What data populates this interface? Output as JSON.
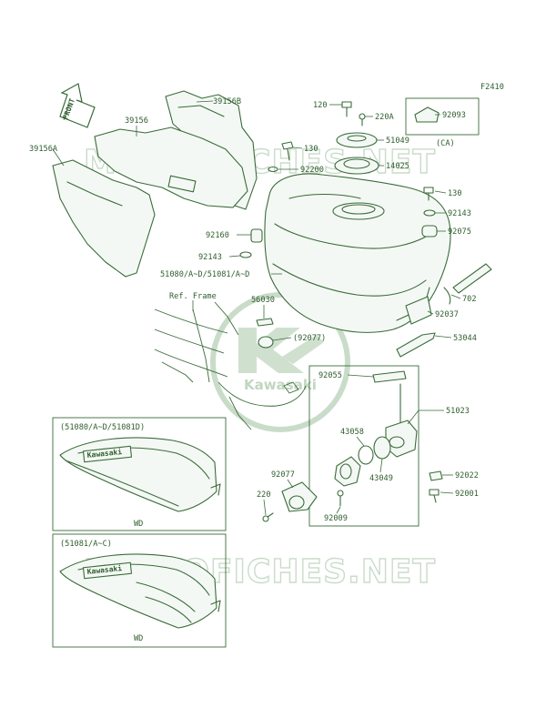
{
  "figure_code": "F2410",
  "front_label": "FRONT",
  "watermark_text": "MICROFICHES.NET",
  "logo_text": "Kawasaki",
  "ref_frame_label": "Ref. Frame",
  "callouts": {
    "p39156B": "39156B",
    "p39156": "39156",
    "p39156A": "39156A",
    "p120": "120",
    "p220A": "220A",
    "p92093": "92093",
    "pCA": "(CA)",
    "p130a": "130",
    "p51049": "51049",
    "p92200": "92200",
    "p14025": "14025",
    "p130b": "130",
    "p92143a": "92143",
    "p92160": "92160",
    "p92075": "92075",
    "p92143b": "92143",
    "p51080": "51080/A~D/51081/A~D",
    "p702": "702",
    "p56030": "56030",
    "p92037": "92037",
    "p92077a": "(92077)",
    "p53044": "53044",
    "p92055": "92055",
    "p51023": "51023",
    "p43058": "43058",
    "p43049": "43049",
    "p92022": "92022",
    "p92077b": "92077",
    "p92001": "92001",
    "p220": "220",
    "p92009": "92009"
  },
  "inset1": {
    "title": "(51080/A~D/51081D)",
    "logo": "Kawasaki",
    "caption": "WD"
  },
  "inset2": {
    "title": "(51081/A~C)",
    "logo": "Kawasaki",
    "caption": "WD"
  },
  "colors": {
    "line": "#3a6b3a",
    "text": "#2f5d2f",
    "watermark": "#c9dcc9"
  }
}
